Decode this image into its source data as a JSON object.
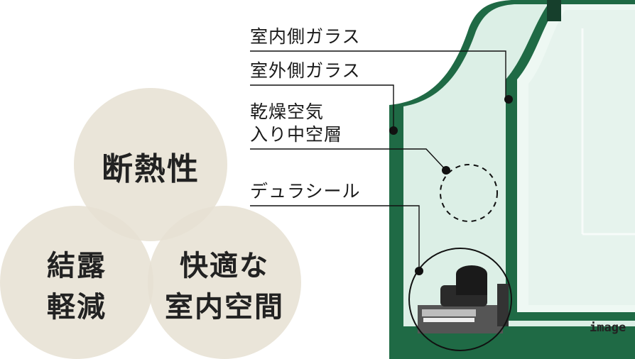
{
  "venn": {
    "top": "断熱性",
    "left_line1": "結露",
    "left_line2": "軽減",
    "right_line1": "快適な",
    "right_line2": "室内空間",
    "circle_color": "#e6e0d2"
  },
  "labels": {
    "inner_glass": "室内側ガラス",
    "outer_glass": "室外側ガラス",
    "air_layer_line1": "乾燥空気",
    "air_layer_line2": "入り中空層",
    "seal": "デュラシール"
  },
  "caption": "image",
  "colors": {
    "glass_edge": "#1f6a45",
    "glass_face": "#dcefe6",
    "glass_light": "#eef8f3"
  }
}
